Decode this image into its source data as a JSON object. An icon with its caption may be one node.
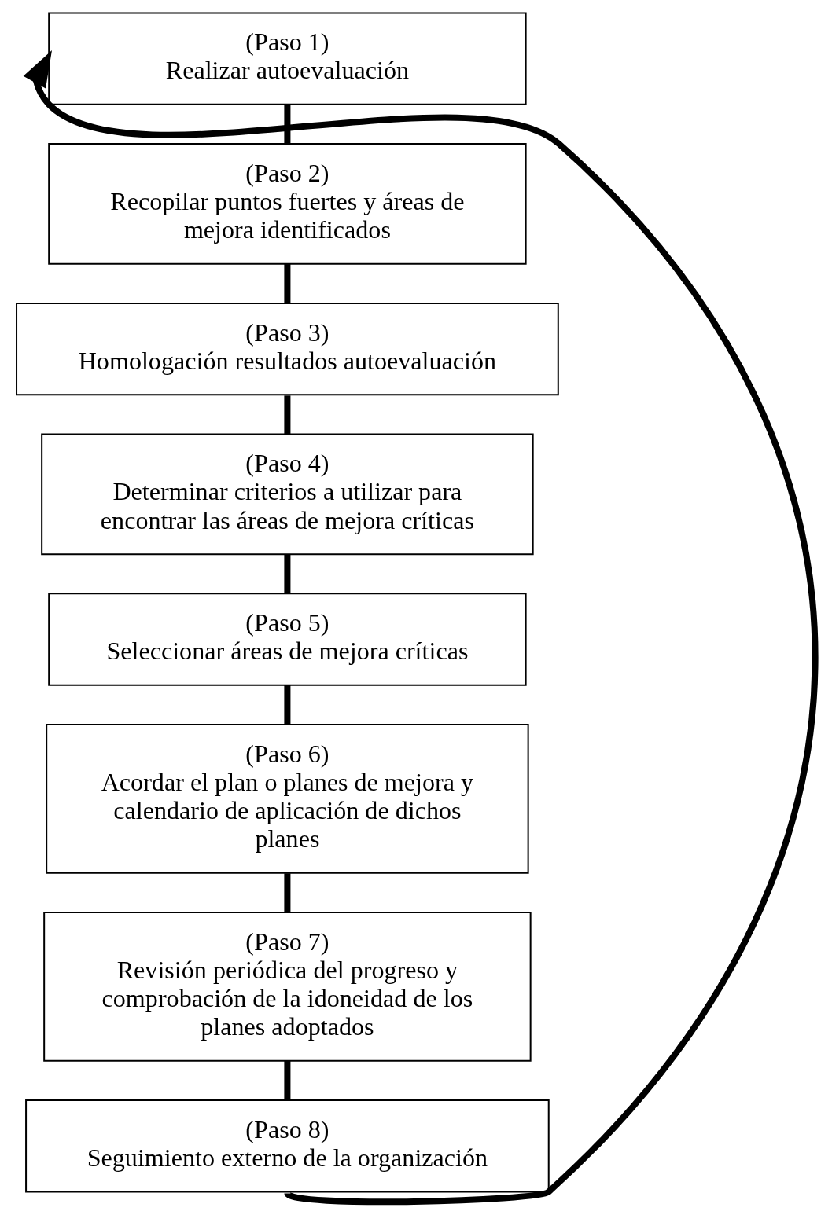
{
  "diagram": {
    "nodes": [
      {
        "text": [
          "(Paso 1)",
          "Realizar autoevaluación"
        ]
      },
      {
        "text": [
          "(Paso 2)",
          "Recopilar puntos fuertes y áreas de mejora identificados"
        ]
      },
      {
        "text": [
          "(Paso 3)",
          "Homologación resultados autoevaluación"
        ]
      },
      {
        "text": [
          "(Paso 4)",
          "Determinar criterios a utilizar para encontrar las áreas de mejora críticas"
        ]
      },
      {
        "text": [
          "(Paso 5)",
          "Seleccionar áreas de mejora críticas"
        ]
      },
      {
        "text": [
          "(Paso 6)",
          "Acordar el plan o planes de mejora y calendario de aplicación de dichos planes"
        ]
      },
      {
        "text": [
          "(Paso 7)",
          "Revisión periódica del progreso y comprobación de la idoneidad de los planes adoptados"
        ]
      },
      {
        "text": [
          "(Paso 8)",
          "Seguimiento externo de la organización"
        ]
      }
    ],
    "edges": [
      {
        "from": 0,
        "to": 1,
        "arrow": "none"
      },
      {
        "from": 1,
        "to": 2,
        "arrow": "none"
      },
      {
        "from": 2,
        "to": 3,
        "arrow": "none"
      },
      {
        "from": 3,
        "to": 4,
        "arrow": "none"
      },
      {
        "from": 4,
        "to": 5,
        "arrow": "none"
      },
      {
        "from": 5,
        "to": 6,
        "arrow": "none"
      },
      {
        "from": 6,
        "to": 7,
        "arrow": "none"
      },
      {
        "from": 7,
        "to": 0,
        "arrow": "to"
      }
    ]
  }
}
